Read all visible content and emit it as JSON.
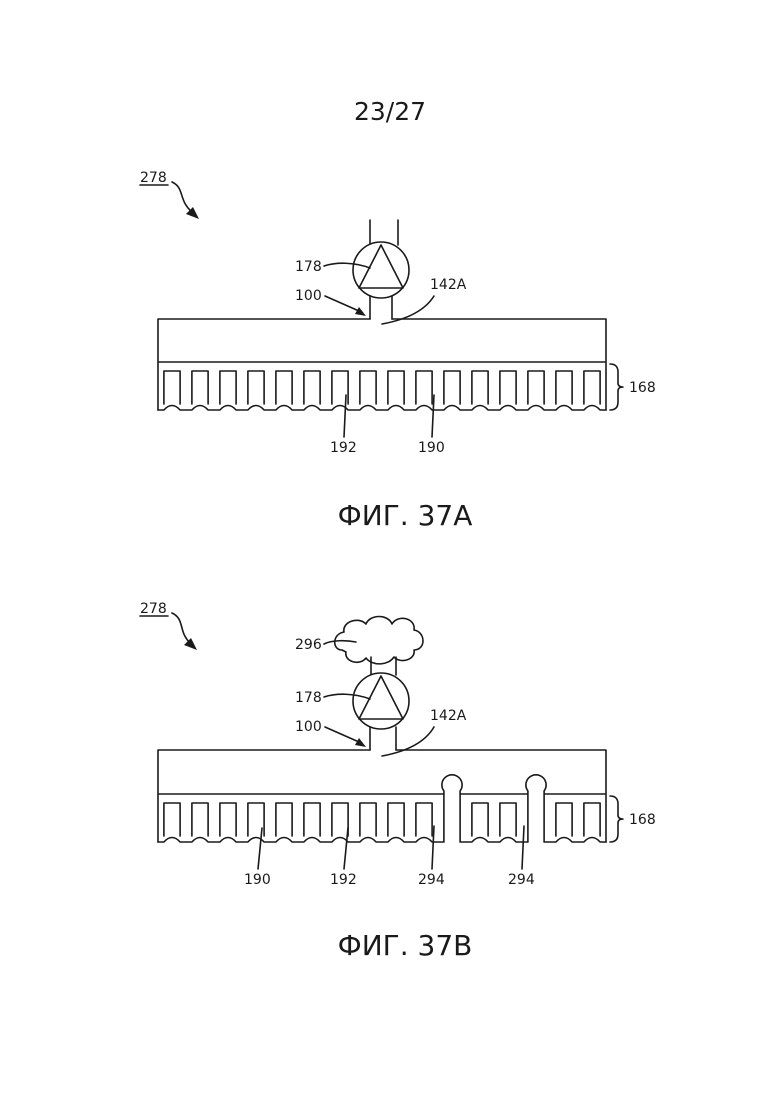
{
  "page_number": "23/27",
  "figures": [
    {
      "caption": "ФИГ. 37А",
      "labels": {
        "assembly": "278",
        "pump": "178",
        "housing": "100",
        "opening": "142A",
        "layer": "168",
        "channel_a": "192",
        "channel_b": "190"
      },
      "channel_count": 16
    },
    {
      "caption": "ФИГ. 37В",
      "labels": {
        "assembly": "278",
        "source": "296",
        "pump": "178",
        "housing": "100",
        "opening": "142A",
        "layer": "168",
        "channel_a": "190",
        "channel_b": "192",
        "bulge_a": "294",
        "bulge_b": "294"
      },
      "channel_count": 16
    }
  ]
}
